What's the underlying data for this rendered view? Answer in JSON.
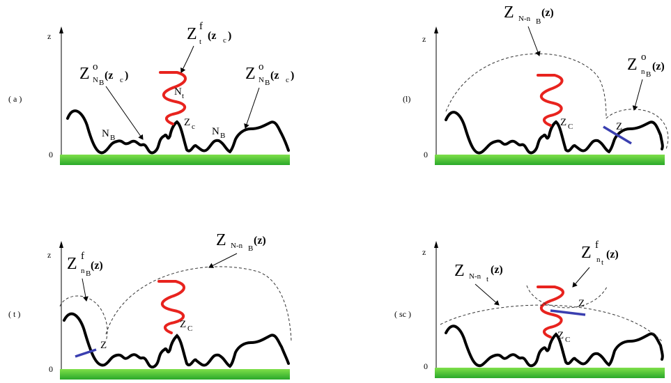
{
  "colors": {
    "polymer": "#000000",
    "tail_chain": "#e8231e",
    "surface_top": "#7fe04a",
    "surface_bottom": "#2aa82a",
    "junction": "#3a3fb0",
    "dashed": "#333333"
  },
  "panels": {
    "a": {
      "label": "( a )",
      "axis_z": "z",
      "axis_zero": "0",
      "zf_main": "Z",
      "zf_sup": "f",
      "zf_sub": "t",
      "zf_arg": "(z",
      "zf_arg_sub": "c",
      "zf_arg_close": ")",
      "zb_left_main": "Z",
      "zb_left_sup": "o",
      "zb_left_sub": "N",
      "zb_left_subsub": "B",
      "zb_left_arg": "(z",
      "zb_left_arg_sub": "c",
      "zb_left_arg_close": ")",
      "zb_right_main": "Z",
      "zb_right_sup": "o",
      "zb_right_sub": "N",
      "zb_right_subsub": "B",
      "zb_right_arg": "(z",
      "zb_right_arg_sub": "c",
      "zb_right_arg_close": ")",
      "nt_main": "N",
      "nt_sub": "t",
      "zc_main": "Z",
      "zc_sub": "c",
      "nb1_main": "N",
      "nb1_sub": "B",
      "nb2_main": "N",
      "nb2_sub": "B"
    },
    "l": {
      "label": "(l)",
      "axis_z": "z",
      "axis_zero": "0",
      "top_main": "Z",
      "top_sub": "N-n",
      "top_subsub": "B",
      "top_arg": "(z)",
      "right_main": "Z",
      "right_sup": "o",
      "right_sub": "n",
      "right_subsub": "B",
      "right_arg": "(z)",
      "zc_main": "Z",
      "zc_sub": "C",
      "z_mark": "Z"
    },
    "t": {
      "label": "( t )",
      "axis_z": "z",
      "axis_zero": "0",
      "left_main": "Z",
      "left_sup": "f",
      "left_sub": "n",
      "left_subsub": "B",
      "left_arg": "(z)",
      "top_main": "Z",
      "top_sub": "N-n",
      "top_subsub": "B",
      "top_arg": "(z)",
      "zc_main": "Z",
      "zc_sub": "C",
      "z_mark": "Z"
    },
    "sc": {
      "label": "( sc )",
      "axis_z": "z",
      "axis_zero": "0",
      "left_main": "Z",
      "left_sub": "N-n",
      "left_subsub": "t",
      "left_arg": "(z)",
      "right_main": "Z",
      "right_sup": "f",
      "right_sub": "n",
      "right_subsub": "t",
      "right_arg": "(z)",
      "zc_main": "Z",
      "zc_sub": "C",
      "z_mark": "Z"
    }
  }
}
